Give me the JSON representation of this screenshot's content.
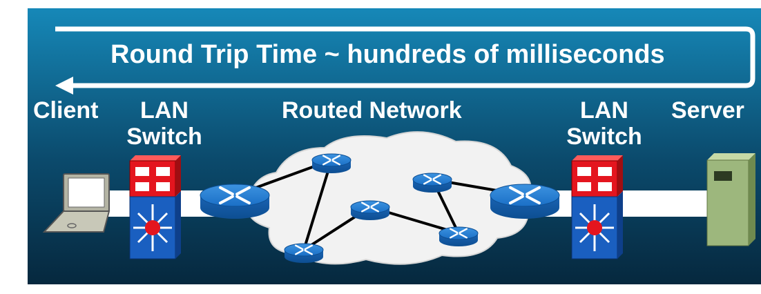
{
  "rtt_label": "Round Trip Time  ~ hundreds of milliseconds",
  "labels": {
    "client": "Client",
    "lan_switch_left": [
      "LAN",
      "Switch"
    ],
    "routed_network": "Routed Network",
    "lan_switch_right": [
      "LAN",
      "Switch"
    ],
    "server": "Server"
  },
  "colors": {
    "background_top": "#1688b8",
    "background_bottom": "#06283e",
    "router": "#1a72c8",
    "switch_top": "#e4151e",
    "switch_bottom": "#1a5fc0",
    "server": "#9db77d",
    "cloud": "#f2f2f2",
    "link": "#ffffff"
  },
  "icons": [
    "laptop-icon",
    "lan-switch-icon",
    "router-icon",
    "cloud-icon",
    "server-icon",
    "arrow-icon"
  ]
}
